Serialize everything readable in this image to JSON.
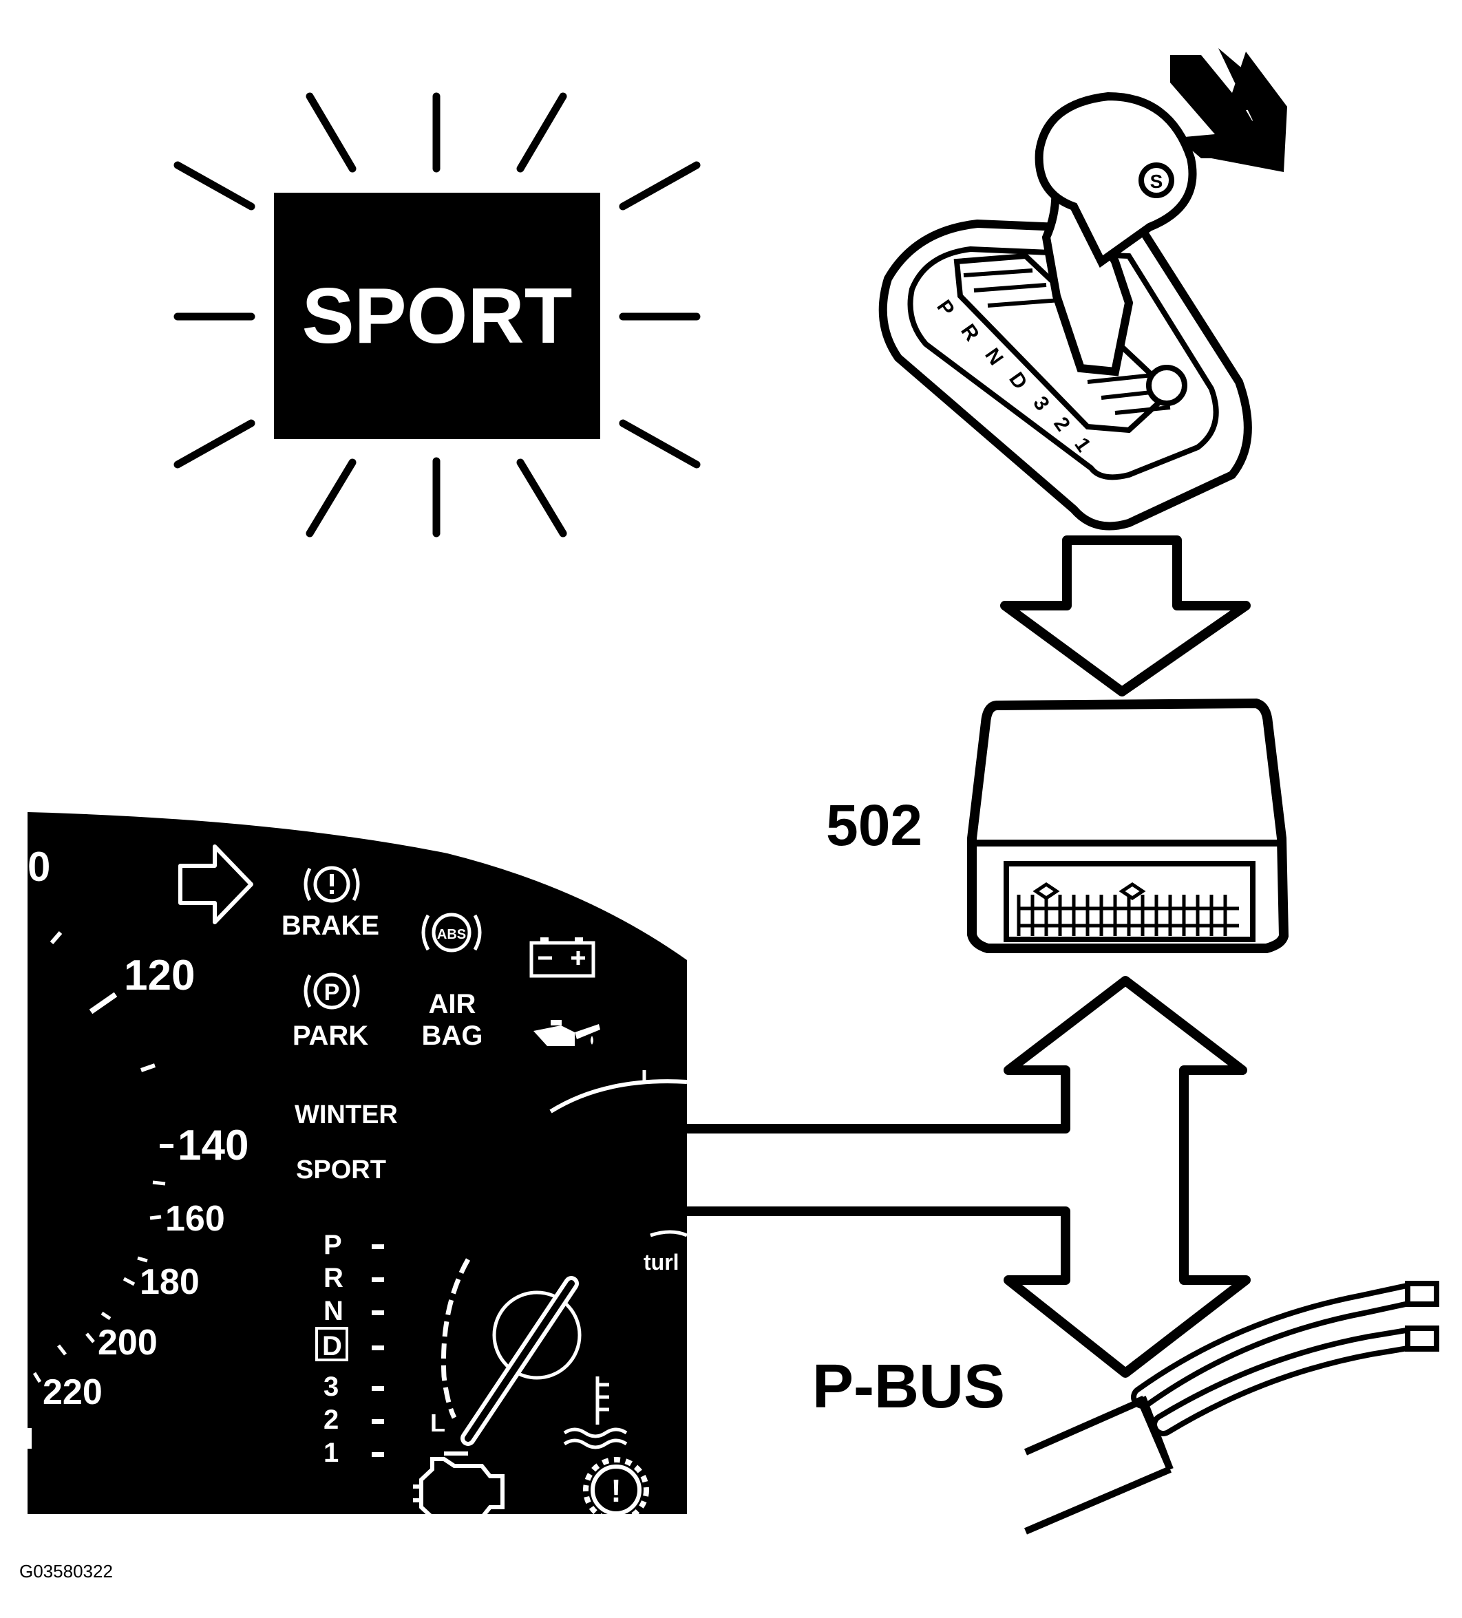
{
  "sport_lamp": {
    "label": "SPORT"
  },
  "shifter": {
    "knob_button": "S",
    "gate_positions": [
      "P",
      "R",
      "N",
      "D",
      "3",
      "2",
      "1"
    ]
  },
  "control_module": {
    "number": "502"
  },
  "bus": {
    "label": "P-BUS"
  },
  "cluster": {
    "speed_labels": [
      "120",
      "140",
      "160",
      "180",
      "200",
      "220"
    ],
    "top_left_digit": "0",
    "warning_lamps": {
      "brake": "BRAKE",
      "park_symbol": "P",
      "park": "PARK",
      "abs": "ABS",
      "airbag_line1": "AIR",
      "airbag_line2": "BAG",
      "engine_symbol": "!"
    },
    "mode_labels": {
      "winter": "WINTER",
      "sport": "SPORT"
    },
    "gear_indicator": [
      "P",
      "R",
      "N",
      "D",
      "3",
      "2",
      "1"
    ],
    "fuel_gauge": {
      "low": "L",
      "partial_text": "turl"
    }
  },
  "figure_code": "G03580322"
}
